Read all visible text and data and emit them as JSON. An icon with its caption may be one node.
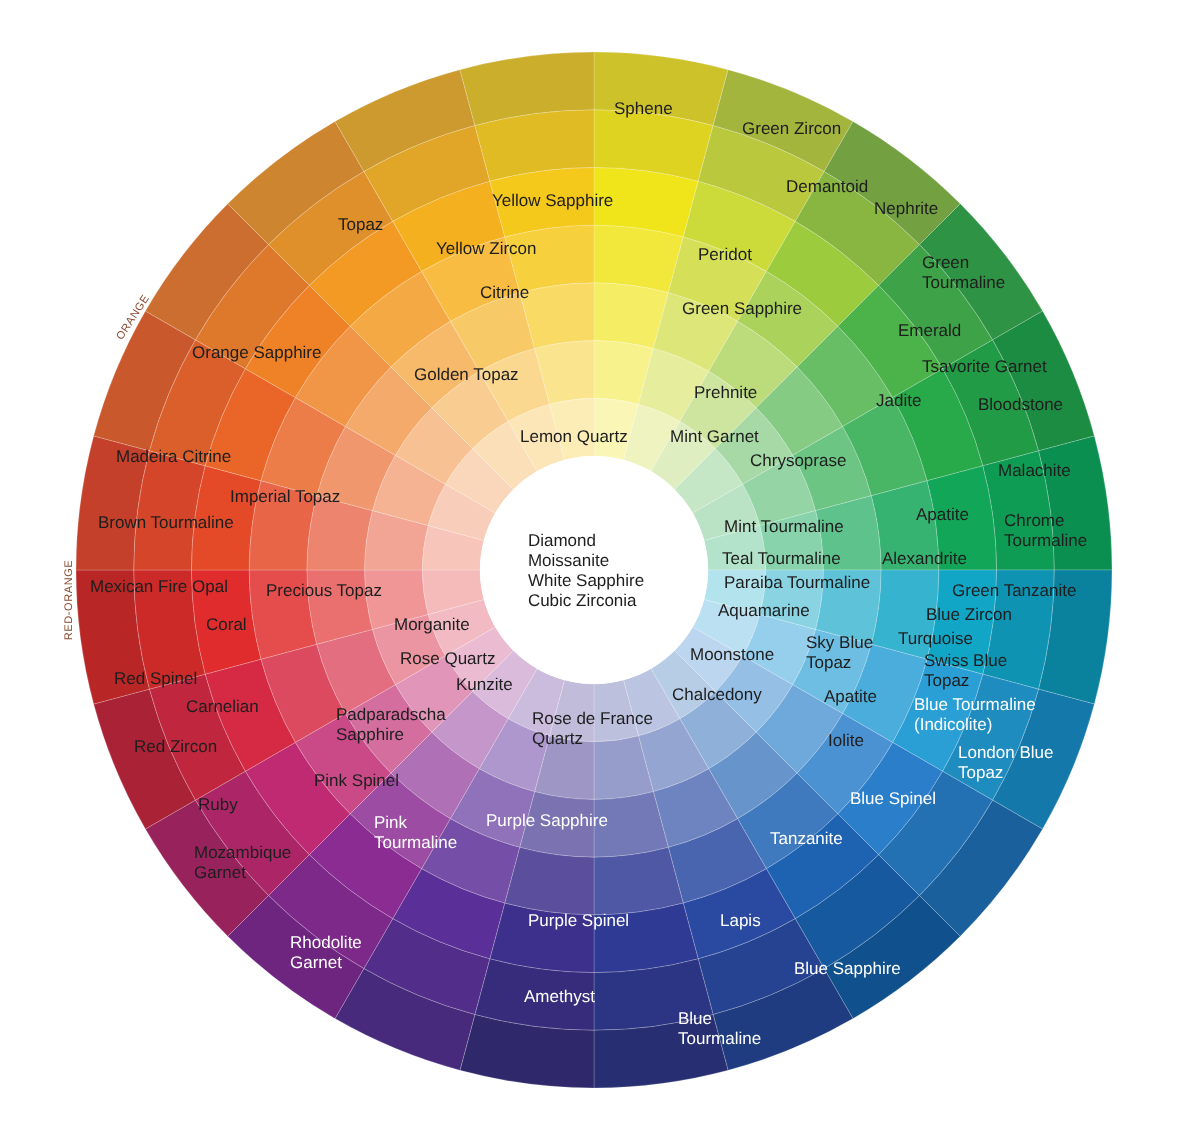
{
  "diagram": {
    "nodes": [
      {
        "text": [
          "Diamond",
          "Moissanite",
          "White Sapphire",
          "Cubic Zirconia"
        ]
      }
    ],
    "labels": [
      "Sphene",
      "Green Zircon",
      "Demantoid",
      "Yellow Sapphire",
      "Nephrite",
      "Topaz",
      "Yellow Zircon",
      "Peridot",
      "Green Tourmaline",
      "Citrine",
      "Green Sapphire",
      "Emerald",
      "Orange Sapphire",
      "Golden Topaz",
      "Tsavorite Garnet",
      "Prehnite",
      "Jadite",
      "Bloodstone",
      "Lemon Quartz",
      "Mint Garnet",
      "Madeira Citrine",
      "Chrysoprase",
      "Malachite",
      "Imperial Topaz",
      "Brown Tourmaline",
      "Mint Tourmaline",
      "Apatite",
      "Chrome Tourmaline",
      "Teal Tourmaline",
      "Alexandrite",
      "Mexican Fire Opal",
      "Precious Topaz",
      "Paraiba Tourmaline",
      "Green Tanzanite",
      "Aquamarine",
      "Blue Zircon",
      "Coral",
      "Morganite",
      "Turquoise",
      "Rose Quartz",
      "Moonstone",
      "Sky Blue Topaz",
      "Swiss Blue Topaz",
      "Red Spinel",
      "Kunzite",
      "Chalcedony",
      "Apatite",
      "Carnelian",
      "Padparadscha Sapphire",
      "Rose de France Quartz",
      "Blue Tourmaline (Indicolite)",
      "Red Zircon",
      "Iolite",
      "London Blue Topaz",
      "Pink Spinel",
      "Ruby",
      "Blue Spinel",
      "Purple Sapphire",
      "Pink Tourmaline",
      "Tanzanite",
      "Mozambique Garnet",
      "Purple Spinel",
      "Lapis",
      "Rhodolite Garnet",
      "Blue Sapphire",
      "Amethyst",
      "Blue Tourmaline",
      "ORANGE",
      "RED-ORANGE"
    ]
  }
}
